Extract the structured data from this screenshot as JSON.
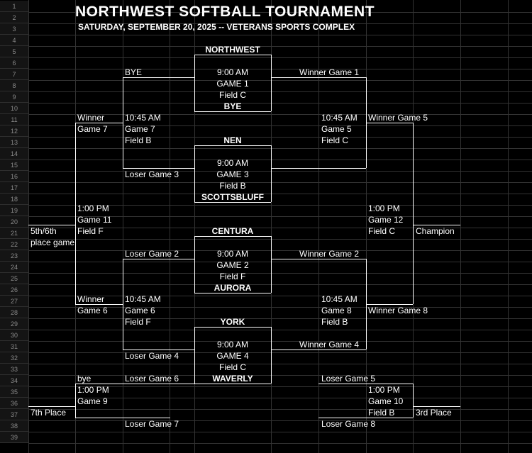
{
  "title": "NORTHWEST SOFTBALL TOURNAMENT",
  "subtitle": "SATURDAY, SEPTEMBER 20, 2025  --  VETERANS SPORTS COMPLEX",
  "row_numbers": [
    "1",
    "2",
    "3",
    "4",
    "5",
    "6",
    "7",
    "8",
    "9",
    "10",
    "11",
    "12",
    "13",
    "14",
    "15",
    "16",
    "17",
    "18",
    "19",
    "20",
    "21",
    "22",
    "23",
    "24",
    "25",
    "26",
    "27",
    "28",
    "29",
    "30",
    "31",
    "32",
    "33",
    "34",
    "35",
    "36",
    "37",
    "38",
    "39"
  ],
  "teams": {
    "northwest": "NORTHWEST",
    "bye_team": "BYE",
    "nen": "NEN",
    "scottsbluff": "SCOTTSBLUFF",
    "centura": "CENTURA",
    "aurora": "AURORA",
    "york": "YORK",
    "waverly": "WAVERLY"
  },
  "games": {
    "g1": {
      "time": "9:00 AM",
      "name": "GAME 1",
      "field": "Field C"
    },
    "g3": {
      "time": "9:00 AM",
      "name": "GAME 3",
      "field": "Field B"
    },
    "g2": {
      "time": "9:00 AM",
      "name": "GAME 2",
      "field": "Field F"
    },
    "g4": {
      "time": "9:00 AM",
      "name": "GAME 4",
      "field": "Field C"
    },
    "g7": {
      "time": "10:45 AM",
      "name": "Game 7",
      "field": "Field B"
    },
    "g5": {
      "time": "10:45 AM",
      "name": "Game 5",
      "field": "Field C"
    },
    "g6": {
      "time": "10:45 AM",
      "name": "Game 6",
      "field": "Field F"
    },
    "g8": {
      "time": "10:45 AM",
      "name": "Game 8",
      "field": "Field B"
    },
    "g11": {
      "time": "1:00 PM",
      "name": "Game 11",
      "field": "Field F"
    },
    "g12": {
      "time": "1:00 PM",
      "name": "Game 12",
      "field": "Field C"
    },
    "g9": {
      "time": "1:00 PM",
      "name": "Game 9"
    },
    "g10": {
      "time": "1:00 PM",
      "name": "Game 10",
      "field": "Field B"
    }
  },
  "labels": {
    "bye": "BYE",
    "winner_game_1": "Winner Game 1",
    "winner": "Winner",
    "game_7": "Game 7",
    "winner_game_5": "Winner Game 5",
    "loser_game_3": "Loser Game 3",
    "fifth_sixth": "5th/6th",
    "place_game": "place game",
    "champion": "Champion",
    "loser_game_2": "Loser Game 2",
    "winner_game_2": "Winner Game 2",
    "winner_game_6_a": "Winner",
    "game_6": "Game 6",
    "winner_game_8": "Winner Game 8",
    "loser_game_4": "Loser Game 4",
    "winner_game_4": "Winner Game 4",
    "bye_lower": "bye",
    "loser_game_6": "Loser Game 6",
    "loser_game_5": "Loser Game 5",
    "seventh_place": "7th Place",
    "third_place": "3rd Place",
    "loser_game_7": "Loser Game 7",
    "loser_game_8": "Loser Game 8"
  }
}
